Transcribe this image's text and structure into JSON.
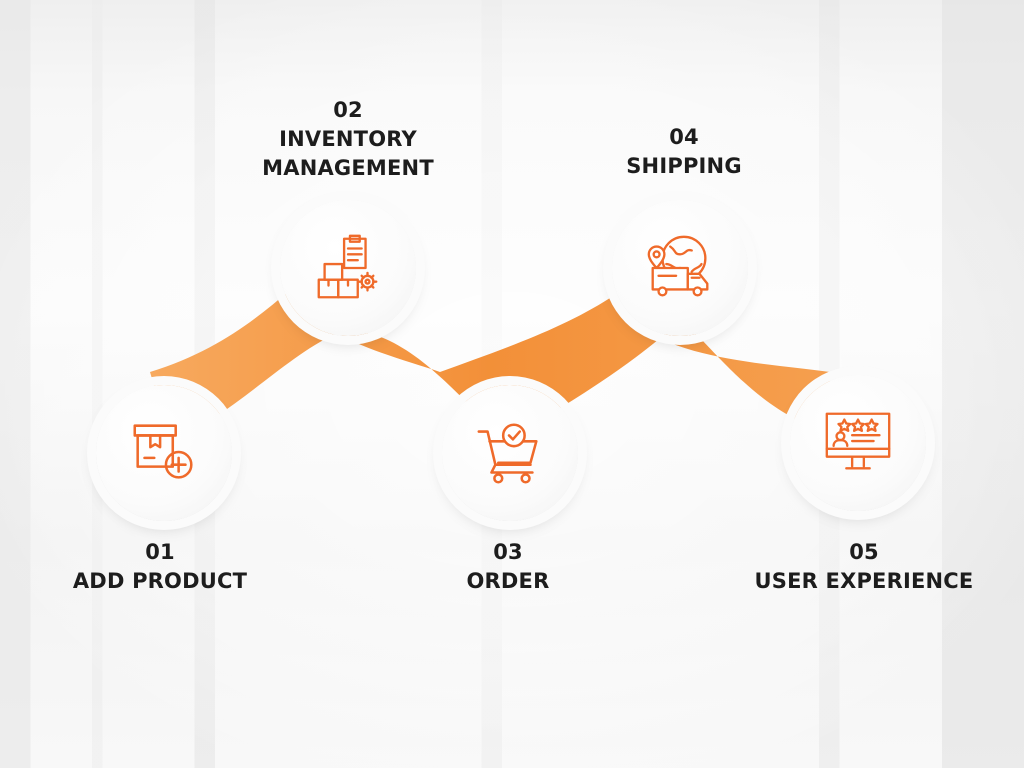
{
  "steps": [
    {
      "number": "01",
      "title": "ADD PRODUCT",
      "icon": "box-add-icon"
    },
    {
      "number": "02",
      "title": "INVENTORY\nMANAGEMENT",
      "icon": "inventory-clipboard-gear-icon"
    },
    {
      "number": "03",
      "title": "ORDER",
      "icon": "cart-check-icon"
    },
    {
      "number": "04",
      "title": "SHIPPING",
      "icon": "globe-truck-icon"
    },
    {
      "number": "05",
      "title": "USER EXPERIENCE",
      "icon": "monitor-rating-icon"
    }
  ],
  "colors": {
    "accent": "#f28a2e",
    "accent_dark": "#e86f12",
    "text": "#1d1d1d",
    "icon": "#ef6a2a"
  }
}
